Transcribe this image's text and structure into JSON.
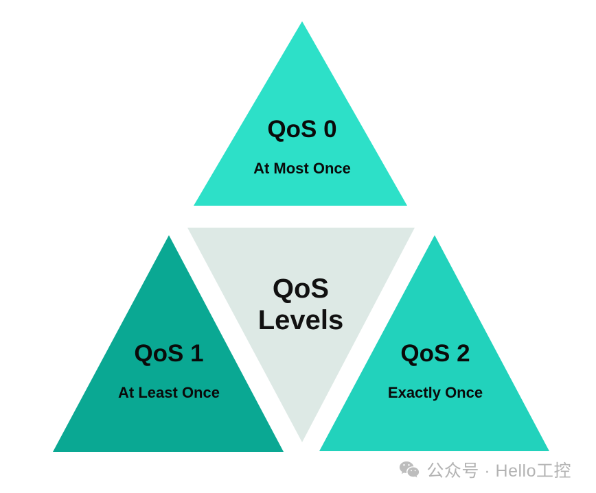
{
  "diagram": {
    "title": "QoS Levels",
    "center": {
      "line1": "QoS",
      "line2": "Levels",
      "fill": "#dde9e5"
    },
    "segments": [
      {
        "id": "qos0",
        "position": "top",
        "heading": "QoS 0",
        "subtitle": "At Most Once",
        "fill": "#2de0c8"
      },
      {
        "id": "qos1",
        "position": "bottom-left",
        "heading": "QoS 1",
        "subtitle": "At Least Once",
        "fill": "#0aa893"
      },
      {
        "id": "qos2",
        "position": "bottom-right",
        "heading": "QoS 2",
        "subtitle": "Exactly Once",
        "fill": "#22d2bc"
      }
    ],
    "background": "#ffffff",
    "text_color": "#0a0a0a"
  },
  "watermark": {
    "icon": "wechat-icon",
    "text": "公众号 · Hello工控",
    "color": "#b3b3b3"
  }
}
